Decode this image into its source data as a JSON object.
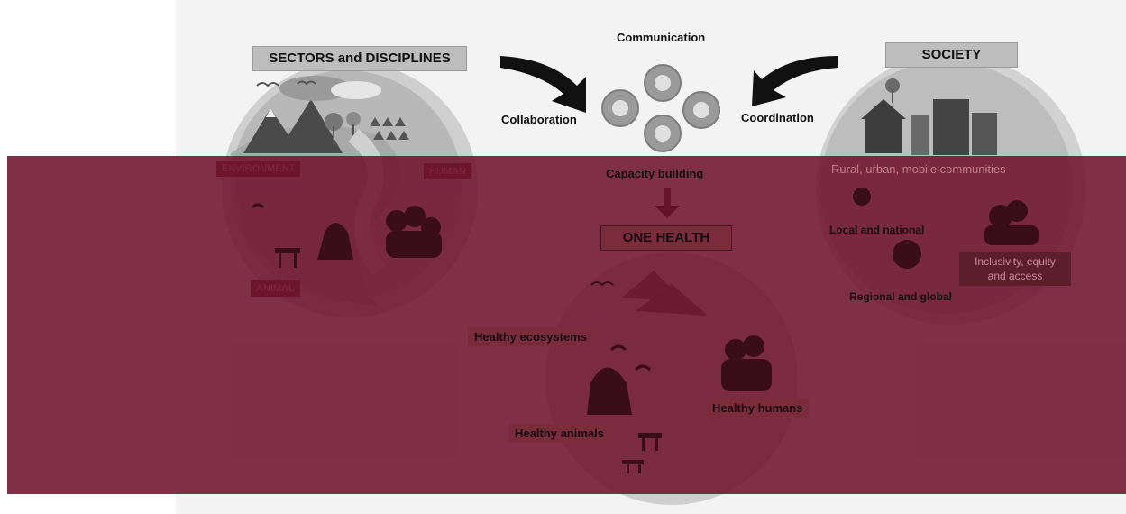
{
  "sectors": {
    "title": "SECTORS and DISCIPLINES",
    "environment": "ENVIRONMENT",
    "human": "HUMAN",
    "animal": "ANIMAL"
  },
  "gears": {
    "communication": "Communication",
    "collaboration": "Collaboration",
    "coordination": "Coordination",
    "capacity": "Capacity building"
  },
  "one_health": {
    "title": "ONE HEALTH",
    "ecosystems": "Healthy ecosystems",
    "humans": "Healthy humans",
    "animals": "Healthy animals"
  },
  "society": {
    "title": "SOCIETY",
    "communities": "Rural, urban, mobile communities",
    "local": "Local and national",
    "regional": "Regional and global",
    "inclusivity_line1": "Inclusivity, equity",
    "inclusivity_line2": "and access"
  },
  "colors": {
    "overlay": "#6e142d",
    "panel": "#f3f3f3",
    "title_box": "#bdbdbd"
  }
}
